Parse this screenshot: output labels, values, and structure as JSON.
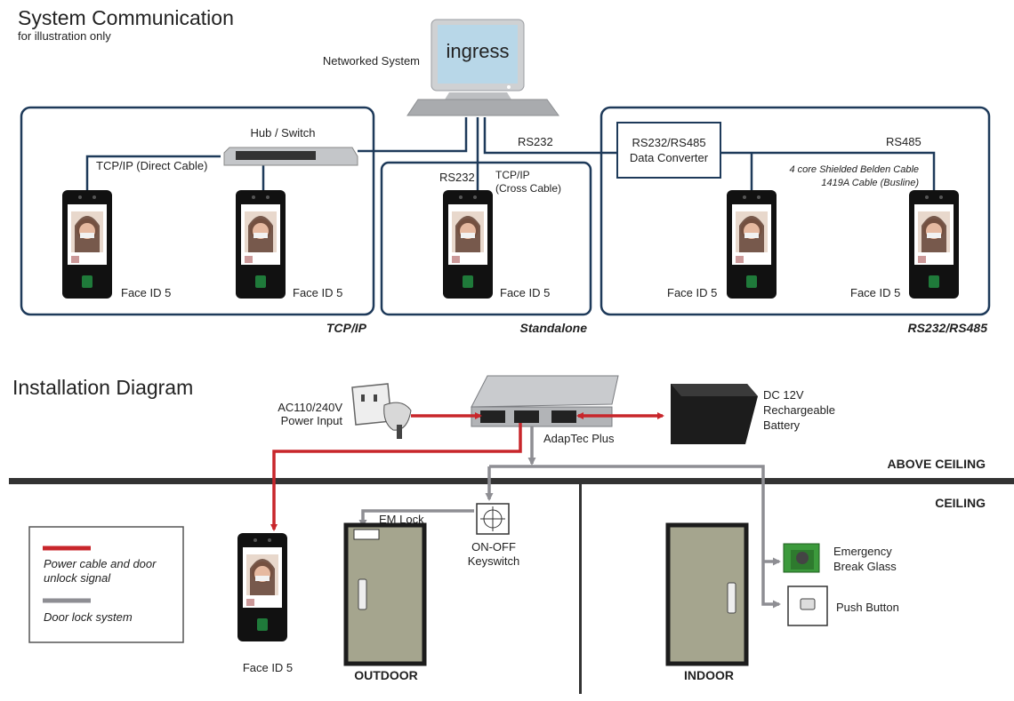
{
  "system": {
    "title": "System Communication",
    "subtitle": "for illustration only",
    "networked_label": "Networked System",
    "monitor_brand": "ingress",
    "hub_label": "Hub / Switch",
    "tcpip_direct": "TCP/IP (Direct Cable)",
    "rs232_top": "RS232",
    "rs232_standalone": "RS232",
    "tcpip_cross_1": "TCP/IP",
    "tcpip_cross_2": "(Cross Cable)",
    "converter_1": "RS232/RS485",
    "converter_2": "Data Converter",
    "rs485": "RS485",
    "cable_1": "4 core Shielded Belden Cable",
    "cable_2": "1419A Cable (Busline)",
    "device_label": "Face ID 5",
    "section_tcpip": "TCP/IP",
    "section_standalone": "Standalone",
    "section_rs": "RS232/RS485"
  },
  "install": {
    "title": "Installation Diagram",
    "power_1": "AC110/240V",
    "power_2": "Power Input",
    "adaptec": "AdapTec Plus",
    "battery_1": "DC 12V",
    "battery_2": "Rechargeable",
    "battery_3": "Battery",
    "above_ceiling": "ABOVE CEILING",
    "ceiling": "CEILING",
    "em_lock": "EM Lock",
    "keyswitch_1": "ON-OFF",
    "keyswitch_2": "Keyswitch",
    "break_glass_1": "Emergency",
    "break_glass_2": "Break Glass",
    "push_button": "Push Button",
    "device_label": "Face ID 5",
    "outdoor": "OUTDOOR",
    "indoor": "INDOOR",
    "legend_power_1": "Power cable and door",
    "legend_power_2": "unlock signal",
    "legend_lock": "Door lock system"
  },
  "colors": {
    "frame": "#1e3a5a",
    "power": "#c8262b",
    "lock": "#8e8e93",
    "door": "#a5a58e"
  }
}
